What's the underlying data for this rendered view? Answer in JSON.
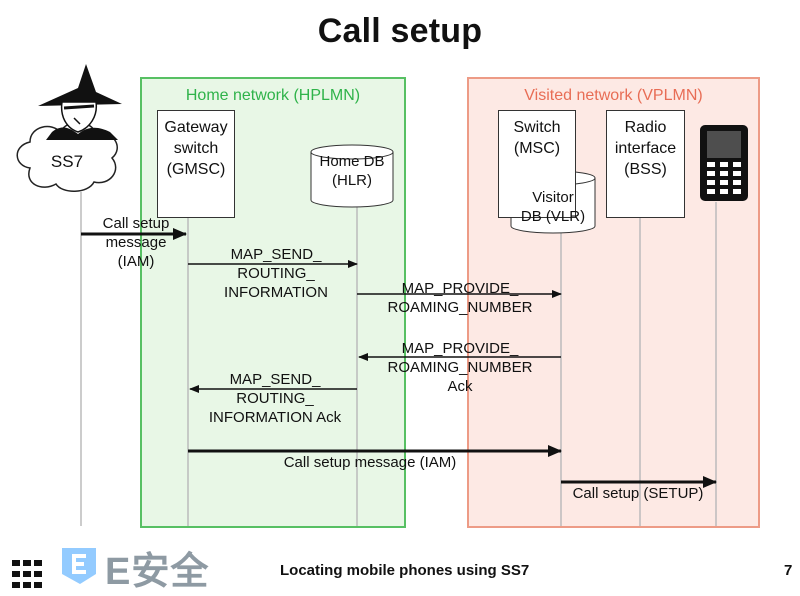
{
  "title": "Call setup",
  "home_network": {
    "label": "Home network (HPLMN)"
  },
  "visited_network": {
    "label": "Visited network (VPLMN)"
  },
  "ss7_cloud": {
    "label": "SS7"
  },
  "nodes": {
    "gmsc": "Gateway\nswitch\n(GMSC)",
    "hlr": "Home DB\n(HLR)",
    "msc": "Switch\n(MSC)",
    "vlr": "Visitor\nDB (VLR)",
    "bss": "Radio\ninterface\n(BSS)"
  },
  "messages": {
    "iam_in": "Call setup\nmessage\n(IAM)",
    "sri": "MAP_SEND_\nROUTING_\nINFORMATION",
    "prn": "MAP_PROVIDE_\nROAMING_NUMBER",
    "prn_ack": "MAP_PROVIDE_\nROAMING_NUMBER\nAck",
    "sri_ack": "MAP_SEND_\nROUTING_\nINFORMATION Ack",
    "iam_fwd": "Call setup message (IAM)",
    "setup": "Call setup (SETUP)"
  },
  "footer": {
    "text": "Locating mobile phones using SS7",
    "page": "7",
    "watermark": "E安全"
  },
  "colors": {
    "home_fill": "#e8f7e6",
    "home_border": "#57c063",
    "visited_fill": "#fde9e4",
    "visited_border": "#ed9b86"
  },
  "icons": [
    "spy-icon",
    "cloud-icon",
    "mobile-phone-icon",
    "logo-icon",
    "grid-icon"
  ]
}
